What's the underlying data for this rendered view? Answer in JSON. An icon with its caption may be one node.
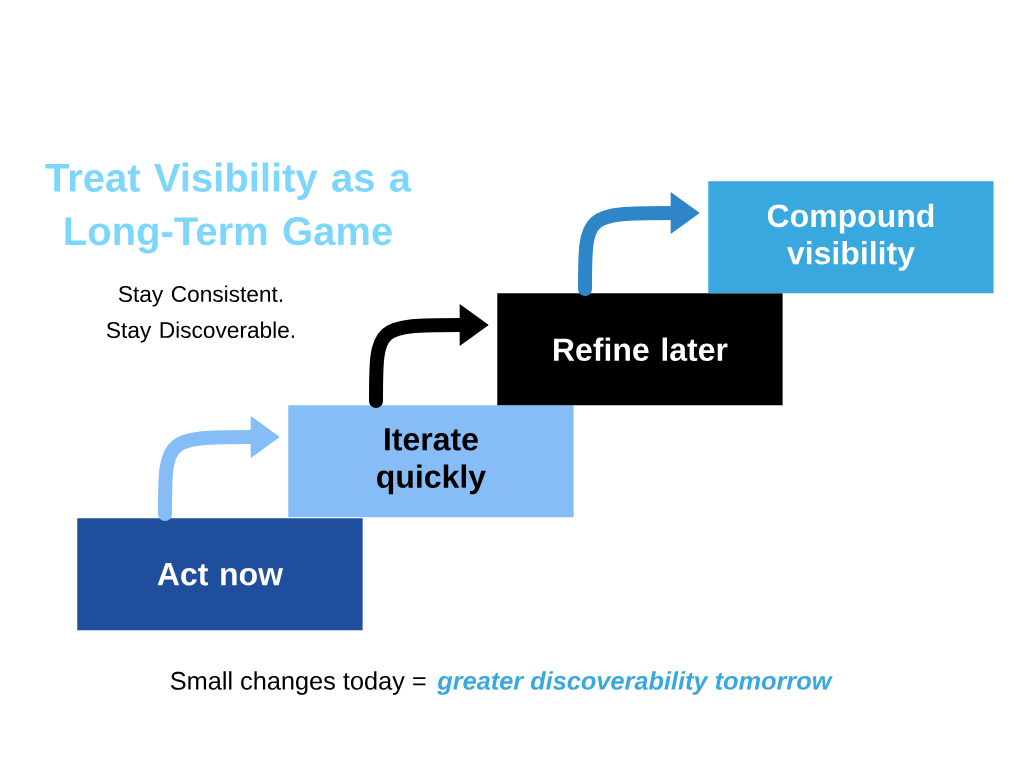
{
  "diagram": {
    "title": "Treat Visibility as a Long-Term Game",
    "nodes": [
      {
        "text": [
          "Act now"
        ]
      },
      {
        "text": [
          "Iterate quickly"
        ]
      },
      {
        "text": [
          "Refine later"
        ]
      },
      {
        "text": [
          "Compound visibility"
        ]
      }
    ],
    "edges": [
      {
        "from": 0,
        "to": 1,
        "arrow": "to",
        "color": "#87bdf7"
      },
      {
        "from": 1,
        "to": 2,
        "arrow": "to",
        "color": "#000000"
      },
      {
        "from": 2,
        "to": 3,
        "arrow": "to",
        "color": "#2e86c8"
      }
    ],
    "labels": [
      "Stay Consistent. Stay Discoverable.",
      "Small changes today =",
      "greater discoverability tomorrow"
    ]
  }
}
